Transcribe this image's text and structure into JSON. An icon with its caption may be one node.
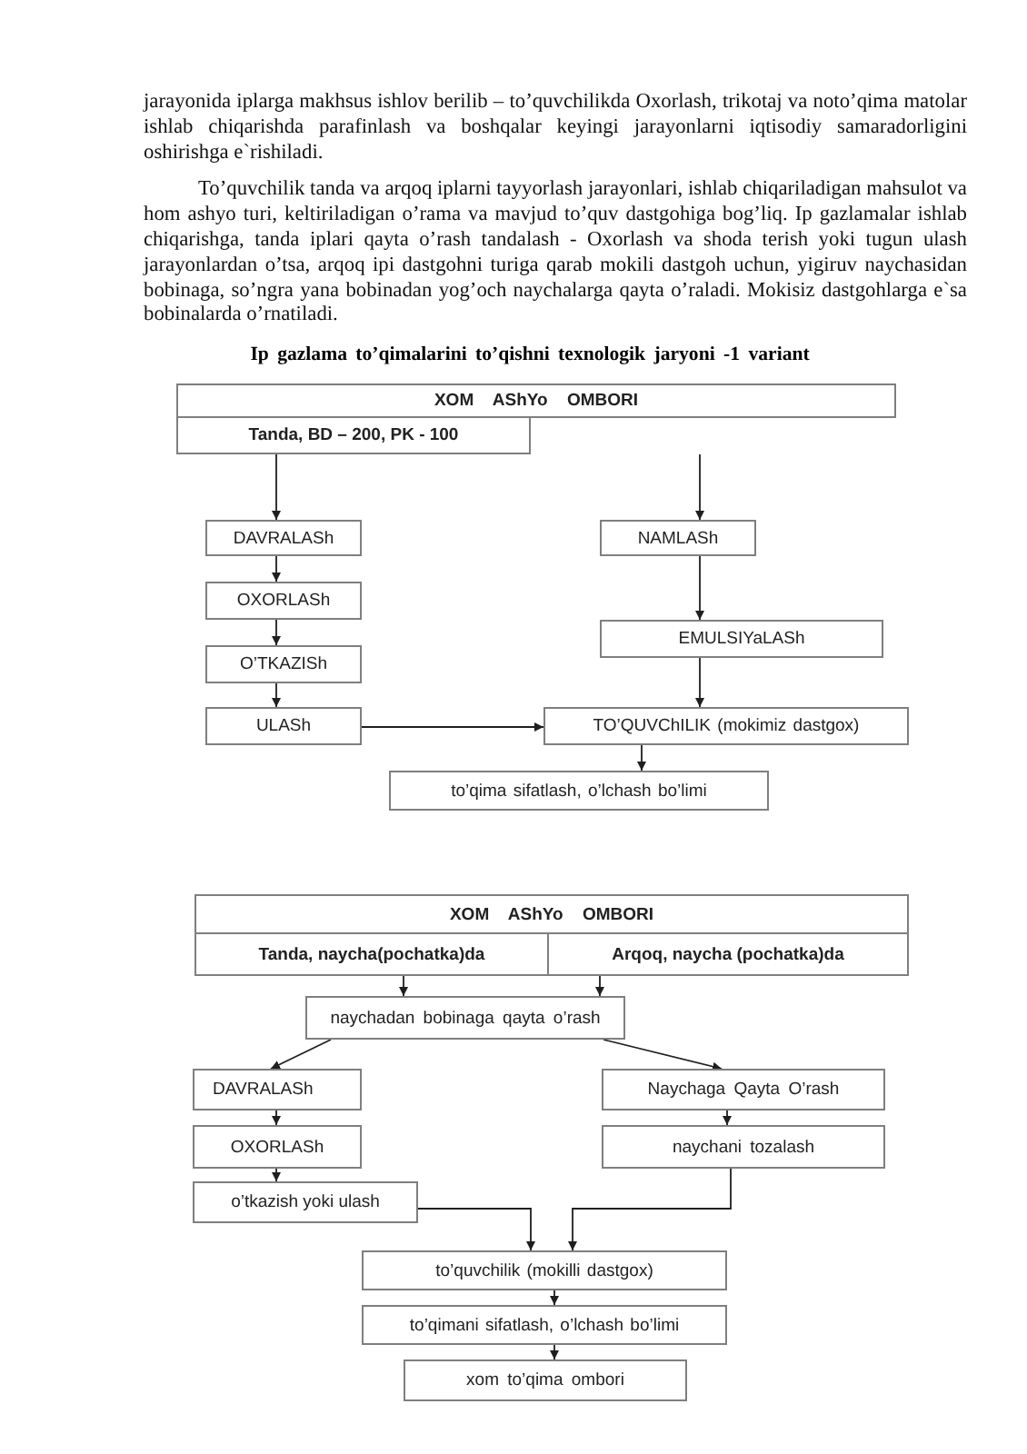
{
  "diagram": {
    "title": "Ip gazlama to’qimalarini to’qishni texnologik jaryoni -1 variant",
    "nodes": [
      {
        "text": [
          "XOM AShYo OMBORI"
        ]
      },
      {
        "text": [
          "Tanda, BD – 200, PK - 100"
        ]
      },
      {
        "text": [
          "DAVRALASh"
        ]
      },
      {
        "text": [
          "NAMLASh"
        ]
      },
      {
        "text": [
          "OXORLASh"
        ]
      },
      {
        "text": [
          "EMULSIYaLASh"
        ]
      },
      {
        "text": [
          "O’TKAZISh"
        ]
      },
      {
        "text": [
          "ULASh"
        ]
      },
      {
        "text": [
          "TO’QUVChILIK (mokimiz dastgox)"
        ]
      },
      {
        "text": [
          "to’qima sifatlash, o’lchash bo’limi"
        ]
      },
      {
        "text": [
          "XOM AShYo OMBORI"
        ]
      },
      {
        "text": [
          "Tanda, naycha(pochatka)da"
        ]
      },
      {
        "text": [
          "Arqoq, naycha (pochatka)da"
        ]
      },
      {
        "text": [
          "naychadan bobinaga qayta o’rash"
        ]
      },
      {
        "text": [
          "DAVRALASh"
        ]
      },
      {
        "text": [
          "Naychaga Qayta O’rash"
        ]
      },
      {
        "text": [
          "OXORLASh"
        ]
      },
      {
        "text": [
          "naychani tozalash"
        ]
      },
      {
        "text": [
          "o’tkazish yoki ulash"
        ]
      },
      {
        "text": [
          "to’quvchilik (mokilli dastgox)"
        ]
      },
      {
        "text": [
          "to’qimani sifatlash, o’lchash bo’limi"
        ]
      },
      {
        "text": [
          "xom to’qima ombori"
        ]
      }
    ],
    "edges": [
      {
        "from": 1,
        "to": 2,
        "arrow": "to"
      },
      {
        "from": null,
        "to": 3,
        "arrow": "to"
      },
      {
        "from": 2,
        "to": 4,
        "arrow": "to"
      },
      {
        "from": 4,
        "to": 6,
        "arrow": "to"
      },
      {
        "from": 6,
        "to": 7,
        "arrow": "to"
      },
      {
        "from": 3,
        "to": 5,
        "arrow": "to"
      },
      {
        "from": 5,
        "to": 8,
        "arrow": "to"
      },
      {
        "from": 7,
        "to": 8,
        "arrow": "to"
      },
      {
        "from": 8,
        "to": 9,
        "arrow": "to"
      },
      {
        "from": 11,
        "to": 13,
        "arrow": "to"
      },
      {
        "from": 12,
        "to": 13,
        "arrow": "to"
      },
      {
        "from": 13,
        "to": 14,
        "arrow": "to"
      },
      {
        "from": 13,
        "to": 15,
        "arrow": "to"
      },
      {
        "from": 14,
        "to": 16,
        "arrow": "to"
      },
      {
        "from": 15,
        "to": 17,
        "arrow": "to"
      },
      {
        "from": 16,
        "to": 18,
        "arrow": "to"
      },
      {
        "from": 18,
        "to": 19,
        "arrow": "to"
      },
      {
        "from": 17,
        "to": 19,
        "arrow": "to"
      },
      {
        "from": 19,
        "to": 20,
        "arrow": "to"
      },
      {
        "from": 20,
        "to": 21,
        "arrow": "to"
      }
    ],
    "labels": [
      "jarayonida iplarga makhsus ishlov berilib – to’quvchilikda Oxorlash, trikotaj va noto’qima matolar ishlab chiqarishda parafinlash va boshqalar keyingi jarayonlarni iqtisodiy samaradorligini oshirishga e`rishiladi.",
      "To’quvchilik tanda va arqoq iplarni tayyorlash jarayonlari, ishlab chiqariladigan mahsulot va hom ashyo turi, keltiriladigan o’rama va mavjud to’quv dastgohiga bog’liq. Ip gazlamalar ishlab chiqarishga, tanda iplari qayta o’rash tandalash - Oxorlash va shoda terish yoki tugun ulash jarayonlardan o’tsa, arqoq ipi dastgohni turiga qarab mokili dastgoh uchun, yigiruv naychasidan bobinaga, so’ngra yana bobinadan yog’och naychalarga qayta o’raladi. Mokisiz dastgohlarga e`sa bobinalarda o’rnatiladi."
    ]
  }
}
